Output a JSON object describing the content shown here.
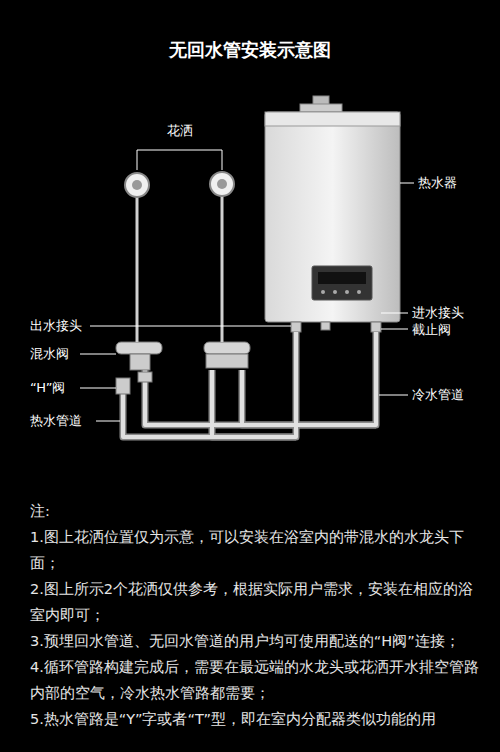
{
  "diagram": {
    "title": "无回水管安装示意图",
    "labels": [
      "花洒",
      "热水器",
      "出水接头",
      "混水阀",
      "“H”阀",
      "热水管道",
      "进水接头",
      "截止阀",
      "冷水管道",
      "注:",
      "1.图上花洒位置仅为示意，可以安装在浴室内的带混水的水龙头下面；",
      "2.图上所示2个花洒仅供参考，根据实际用户需求，安装在相应的浴室内即可；",
      "3.预埋回水管道、无回水管道的用户均可使用配送的“H阀”连接；",
      "4.循环管路构建完成后，需要在最远端的水龙头或花洒开水排空管路内部的空气，冷水热水管路都需要；",
      "5.热水管路是“Y”字或者“T”型，即在室内分配器类似功能的用"
    ]
  }
}
